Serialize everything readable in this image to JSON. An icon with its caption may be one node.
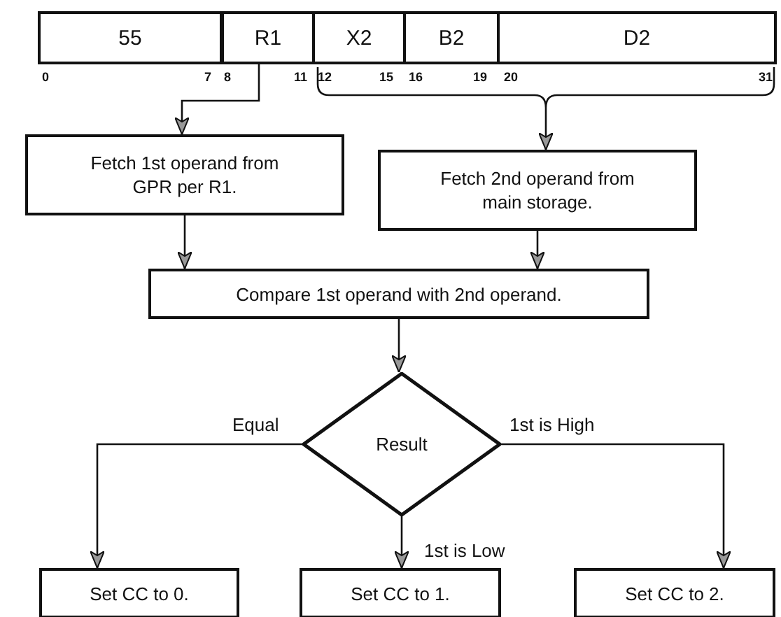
{
  "diagram": {
    "nodes": [
      {
        "text": [
          "55"
        ]
      },
      {
        "text": [
          "R1"
        ]
      },
      {
        "text": [
          "X2"
        ]
      },
      {
        "text": [
          "B2"
        ]
      },
      {
        "text": [
          "D2"
        ]
      },
      {
        "text": [],
        "shape": "bracket"
      },
      {
        "text": [
          "Fetch 1st operand from GPR per R1."
        ]
      },
      {
        "text": [
          "Fetch 2nd operand from main storage."
        ]
      },
      {
        "text": [
          "Compare 1st operand with 2nd operand."
        ]
      },
      {
        "text": [
          "Result"
        ]
      },
      {
        "text": [
          "Set CC to 0."
        ]
      },
      {
        "text": [
          "Set CC to 1."
        ]
      },
      {
        "text": [
          "Set CC to 2."
        ]
      }
    ],
    "edges": [
      {
        "from": 1,
        "to": 6,
        "arrow": "to"
      },
      {
        "from": 5,
        "to": 7,
        "arrow": "to"
      },
      {
        "from": 6,
        "to": 8,
        "arrow": "to"
      },
      {
        "from": 7,
        "to": 8,
        "arrow": "to"
      },
      {
        "from": 8,
        "to": 9,
        "arrow": "to"
      },
      {
        "from": 9,
        "to": 10,
        "arrow": "to",
        "label": "Equal"
      },
      {
        "from": 9,
        "to": 11,
        "arrow": "to",
        "label": "1st is Low"
      },
      {
        "from": 9,
        "to": 12,
        "arrow": "to",
        "label": "1st is High"
      }
    ],
    "labels": [
      "0",
      "7",
      "8",
      "11",
      "12",
      "15",
      "16",
      "19",
      "20",
      "31"
    ]
  }
}
